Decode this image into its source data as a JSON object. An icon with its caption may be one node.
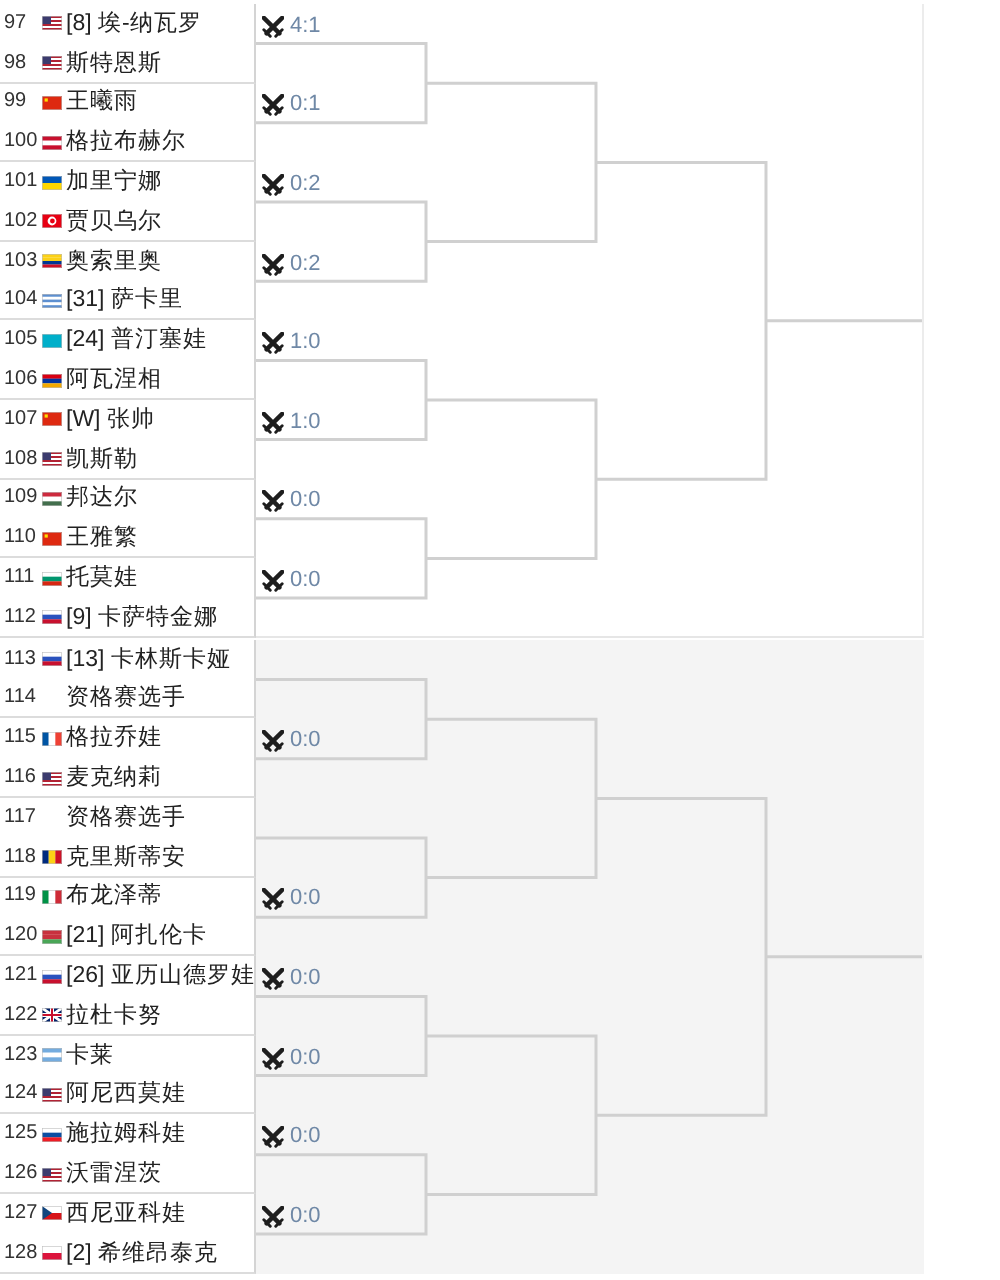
{
  "diagram": {
    "labels": [
      "97",
      "[8] 埃-纳瓦罗",
      "4:1",
      "98",
      "斯特恩斯",
      "99",
      "王曦雨",
      "0:1",
      "100",
      "格拉布赫尔",
      "101",
      "加里宁娜",
      "0:2",
      "102",
      "贾贝乌尔",
      "103",
      "奥索里奥",
      "0:2",
      "104",
      "[31] 萨卡里",
      "105",
      "[24] 普汀塞娃",
      "1:0",
      "106",
      "阿瓦涅相",
      "107",
      "[W] 张帅",
      "1:0",
      "108",
      "凯斯勒",
      "109",
      "邦达尔",
      "0:0",
      "110",
      "王雅繁",
      "111",
      "托莫娃",
      "0:0",
      "112",
      "[9] 卡萨特金娜",
      "113",
      "[13] 卡林斯卡娅",
      "114",
      "资格赛选手",
      "115",
      "格拉乔娃",
      "0:0",
      "116",
      "麦克纳莉",
      "117",
      "资格赛选手",
      "118",
      "克里斯蒂安",
      "119",
      "布龙泽蒂",
      "0:0",
      "120",
      "[21] 阿扎伦卡",
      "121",
      "[26] 亚历山德罗娃",
      "0:0",
      "122",
      "拉杜卡努",
      "123",
      "卡莱",
      "0:0",
      "124",
      "阿尼西莫娃",
      "125",
      "施拉姆科娃",
      "0:0",
      "126",
      "沃雷涅茨",
      "127",
      "西尼亚科娃",
      "0:0",
      "128",
      "[2] 希维昂泰克"
    ]
  }
}
